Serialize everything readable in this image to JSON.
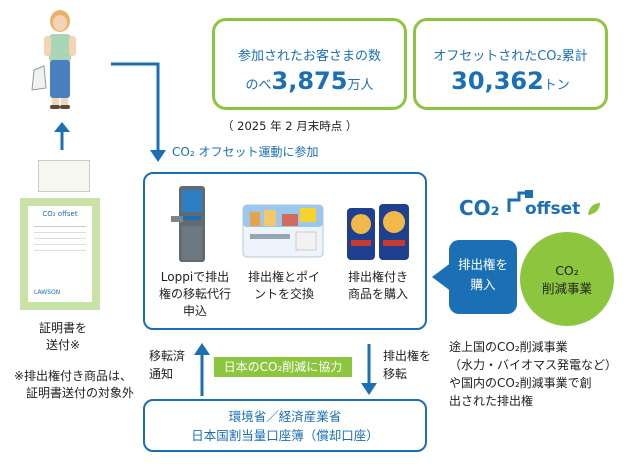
{
  "stats": {
    "visitors": {
      "label": "参加されたお客さまの数",
      "prefix": "のべ",
      "value": "3,875",
      "unit": "万人"
    },
    "offset": {
      "label": "オフセットされたCO₂累計",
      "value": "30,362",
      "unit": "トン"
    }
  },
  "date_note": "（ 2025 年 2 月末時点 ）",
  "join_label": "CO₂ オフセット運動に参加",
  "steps": [
    {
      "line1": "Loppiで排出",
      "line2": "権の移転代行",
      "line3": "申込"
    },
    {
      "line1": "排出権とポイ",
      "line2": "ントを交換"
    },
    {
      "line1": "排出権付き",
      "line2": "商品を購入"
    }
  ],
  "certificate": {
    "caption_line1": "証明書を",
    "caption_line2": "送付※",
    "note_line1": "※排出権付き商品は、",
    "note_line2": "証明書送付の対象外",
    "header_logo": "CO₂ offset",
    "footer_logo": "LAWSON"
  },
  "left_arrow_label": {
    "line1": "移転済",
    "line2": "通知"
  },
  "right_arrow_label": {
    "line1": "排出権を",
    "line2": "移転"
  },
  "cooperation_band": "日本のCO₂削減に協力",
  "registry": {
    "line1": "環境省／経済産業省",
    "line2": "日本国割当量口座簿（償却口座）"
  },
  "emission_bubble": {
    "line1": "排出権を",
    "line2": "購入"
  },
  "reduction_circle": {
    "line1": "CO₂",
    "line2": "削減事業"
  },
  "reduction_description": {
    "line1": "途上国のCO₂削減事業",
    "line2": "（水力・バイオマス発電など）",
    "line3": "や国内のCO₂削減事業で創",
    "line4": "出された排出権"
  },
  "co2_logo": {
    "part1": "CO₂",
    "part2": "offset"
  },
  "colors": {
    "blue": "#1a6fb5",
    "green": "#8cc63f"
  }
}
